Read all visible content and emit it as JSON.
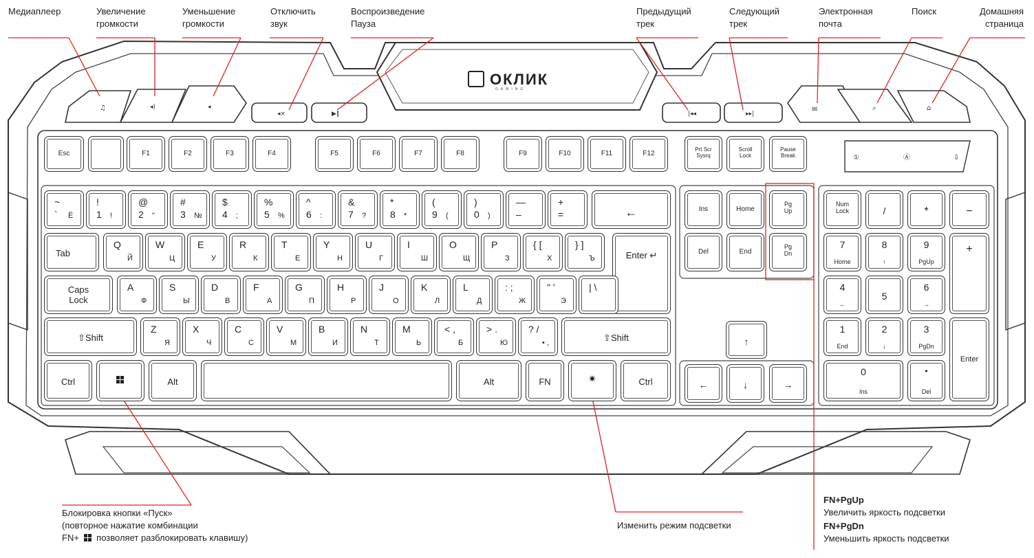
{
  "brand": {
    "name": "ОКЛИК",
    "sub": "GAMING"
  },
  "callouts_top": [
    {
      "id": "media",
      "text": "Медиаплеер"
    },
    {
      "id": "volup",
      "text": "Увеличение\nгромкости"
    },
    {
      "id": "voldown",
      "text": "Уменьшение\nгромкости"
    },
    {
      "id": "mute",
      "text": "Отключить\nзвук"
    },
    {
      "id": "play",
      "text": "Воспроизведение\nПауза"
    },
    {
      "id": "prev",
      "text": "Предыдущий\nтрек"
    },
    {
      "id": "next",
      "text": "Следующий\nтрек"
    },
    {
      "id": "mail",
      "text": "Электронная\nпочта"
    },
    {
      "id": "search",
      "text": "Поиск"
    },
    {
      "id": "home",
      "text": "Домашняя\nстраница"
    }
  ],
  "bottom_notes": {
    "win_lock_1": "Блокировка кнопки «Пуск»",
    "win_lock_2": "(повторное нажатие комбинации",
    "win_lock_3_a": "FN+",
    "win_lock_3_b": "позволяет разблокировать клавишу)",
    "backlight_mode": "Изменить режим подсветки",
    "fn_pgup": "FN+PgUp",
    "fn_pgup_desc": "Увеличить яркость подсветки",
    "fn_pgdn": "FN+PgDn",
    "fn_pgdn_desc": "Уменьшить яркость подсветки"
  },
  "keys": {
    "esc": "Esc",
    "f1": "F1",
    "f2": "F2",
    "f3": "F3",
    "f4": "F4",
    "f5": "F5",
    "f6": "F6",
    "f7": "F7",
    "f8": "F8",
    "f9": "F9",
    "f10": "F10",
    "f11": "F11",
    "f12": "F12",
    "prtscr": "Prt Scr\nSysrq",
    "scroll": "Scroll\nLock",
    "pause": "Pause\nBreak",
    "backspace": "←",
    "tab": "Tab",
    "enter": "Enter ↵",
    "caps": "Caps\nLock",
    "lshift": "⇧Shift",
    "rshift": "⇧Shift",
    "ctrl_l": "Ctrl",
    "alt_l": "Alt",
    "alt_r": "Alt",
    "fn": "FN",
    "ctrl_r": "Ctrl",
    "ins": "Ins",
    "home": "Home",
    "pgup": "Pg\nUp",
    "del": "Del",
    "end": "End",
    "pgdn": "Pg\nDn",
    "numlock": "Num\nLock",
    "div": "/",
    "mul": "*",
    "minus": "−",
    "plus": "+",
    "nenter": "Enter",
    "n7": "7",
    "n7b": "Home",
    "n8": "8",
    "n8b": "↑",
    "n9": "9",
    "n9b": "PgUp",
    "n4": "4",
    "n4b": "←",
    "n5": "5",
    "n6": "6",
    "n6b": "→",
    "n1": "1",
    "n1b": "End",
    "n2": "2",
    "n2b": "↓",
    "n3": "3",
    "n3b": "PgDn",
    "n0": "0",
    "n0b": "Ins",
    "ndot": "•",
    "ndotb": "Del",
    "up": "↑",
    "down": "↓",
    "left": "←",
    "right": "→"
  },
  "number_row": [
    {
      "t": "~",
      "b": "`",
      "r": "Ё"
    },
    {
      "t": "!",
      "b": "1",
      "r": "!"
    },
    {
      "t": "@",
      "b": "2",
      "r": "\""
    },
    {
      "t": "#",
      "b": "3",
      "r": "№"
    },
    {
      "t": "$",
      "b": "4",
      "r": ";"
    },
    {
      "t": "%",
      "b": "5",
      "r": "%"
    },
    {
      "t": "^",
      "b": "6",
      "r": ":"
    },
    {
      "t": "&",
      "b": "7",
      "r": "?"
    },
    {
      "t": "*",
      "b": "8",
      "r": "*"
    },
    {
      "t": "(",
      "b": "9",
      "r": "("
    },
    {
      "t": ")",
      "b": "0",
      "r": ")"
    },
    {
      "t": "—",
      "b": "–",
      "r": ""
    },
    {
      "t": "+",
      "b": "=",
      "r": ""
    }
  ],
  "q_row": [
    {
      "e": "Q",
      "r": "Й"
    },
    {
      "e": "W",
      "r": "Ц"
    },
    {
      "e": "E",
      "r": "У"
    },
    {
      "e": "R",
      "r": "К"
    },
    {
      "e": "T",
      "r": "Е"
    },
    {
      "e": "Y",
      "r": "Н"
    },
    {
      "e": "U",
      "r": "Г"
    },
    {
      "e": "I",
      "r": "Ш"
    },
    {
      "e": "O",
      "r": "Щ"
    },
    {
      "e": "P",
      "r": "З"
    },
    {
      "e": "{ [",
      "r": "Х"
    },
    {
      "e": "} ]",
      "r": "Ъ"
    }
  ],
  "a_row": [
    {
      "e": "A",
      "r": "Ф"
    },
    {
      "e": "S",
      "r": "Ы"
    },
    {
      "e": "D",
      "r": "В"
    },
    {
      "e": "F",
      "r": "А"
    },
    {
      "e": "G",
      "r": "П"
    },
    {
      "e": "H",
      "r": "Р"
    },
    {
      "e": "J",
      "r": "О"
    },
    {
      "e": "K",
      "r": "Л"
    },
    {
      "e": "L",
      "r": "Д"
    },
    {
      "e": ": ;",
      "r": "Ж"
    },
    {
      "e": "\" '",
      "r": "Э"
    },
    {
      "e": "| \\",
      "r": ""
    }
  ],
  "z_row": [
    {
      "e": "Z",
      "r": "Я"
    },
    {
      "e": "X",
      "r": "Ч"
    },
    {
      "e": "C",
      "r": "С"
    },
    {
      "e": "V",
      "r": "М"
    },
    {
      "e": "B",
      "r": "И"
    },
    {
      "e": "N",
      "r": "Т"
    },
    {
      "e": "M",
      "r": "Ь"
    },
    {
      "e": "< ,",
      "r": "Б"
    },
    {
      "e": "> .",
      "r": "Ю"
    },
    {
      "e": "? /",
      "r": "• ,"
    }
  ],
  "colors": {
    "accent": "#d22222",
    "line": "#333333"
  }
}
